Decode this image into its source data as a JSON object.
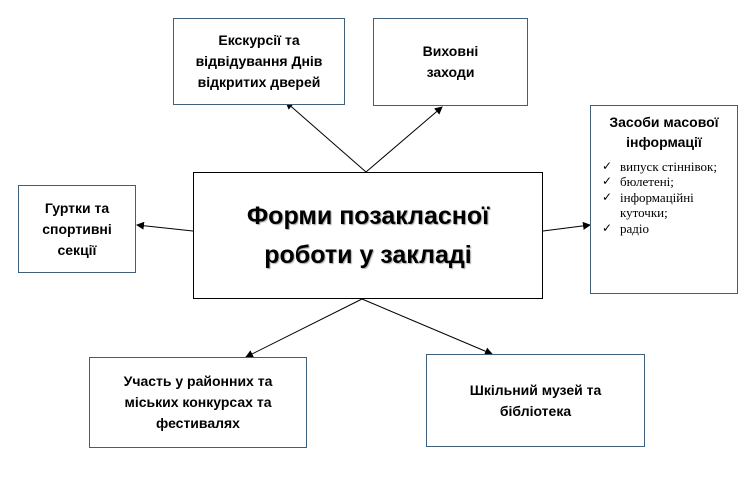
{
  "center": {
    "title": "Форми позакласної роботи у закладі"
  },
  "boxes": {
    "excursions": "Екскурсії та відвідування Днів відкритих дверей",
    "educational": "Виховні заходи",
    "clubs": "Гуртки та спортивні секції",
    "media_title": "Засоби масової інформації",
    "media_items": [
      "випуск стіннівок;",
      "бюлетені;",
      "інформаційні куточки;",
      "радіо"
    ],
    "contests": "Участь у районних та міських конкурсах та фестивалях",
    "museum": "Шкільний музей та бібліотека"
  },
  "icons": {
    "list_bullet": "check-icon",
    "connector": "arrow"
  },
  "colors": {
    "box_border": "#3f5f7a",
    "center_border": "#000000",
    "arrow": "#000000"
  }
}
